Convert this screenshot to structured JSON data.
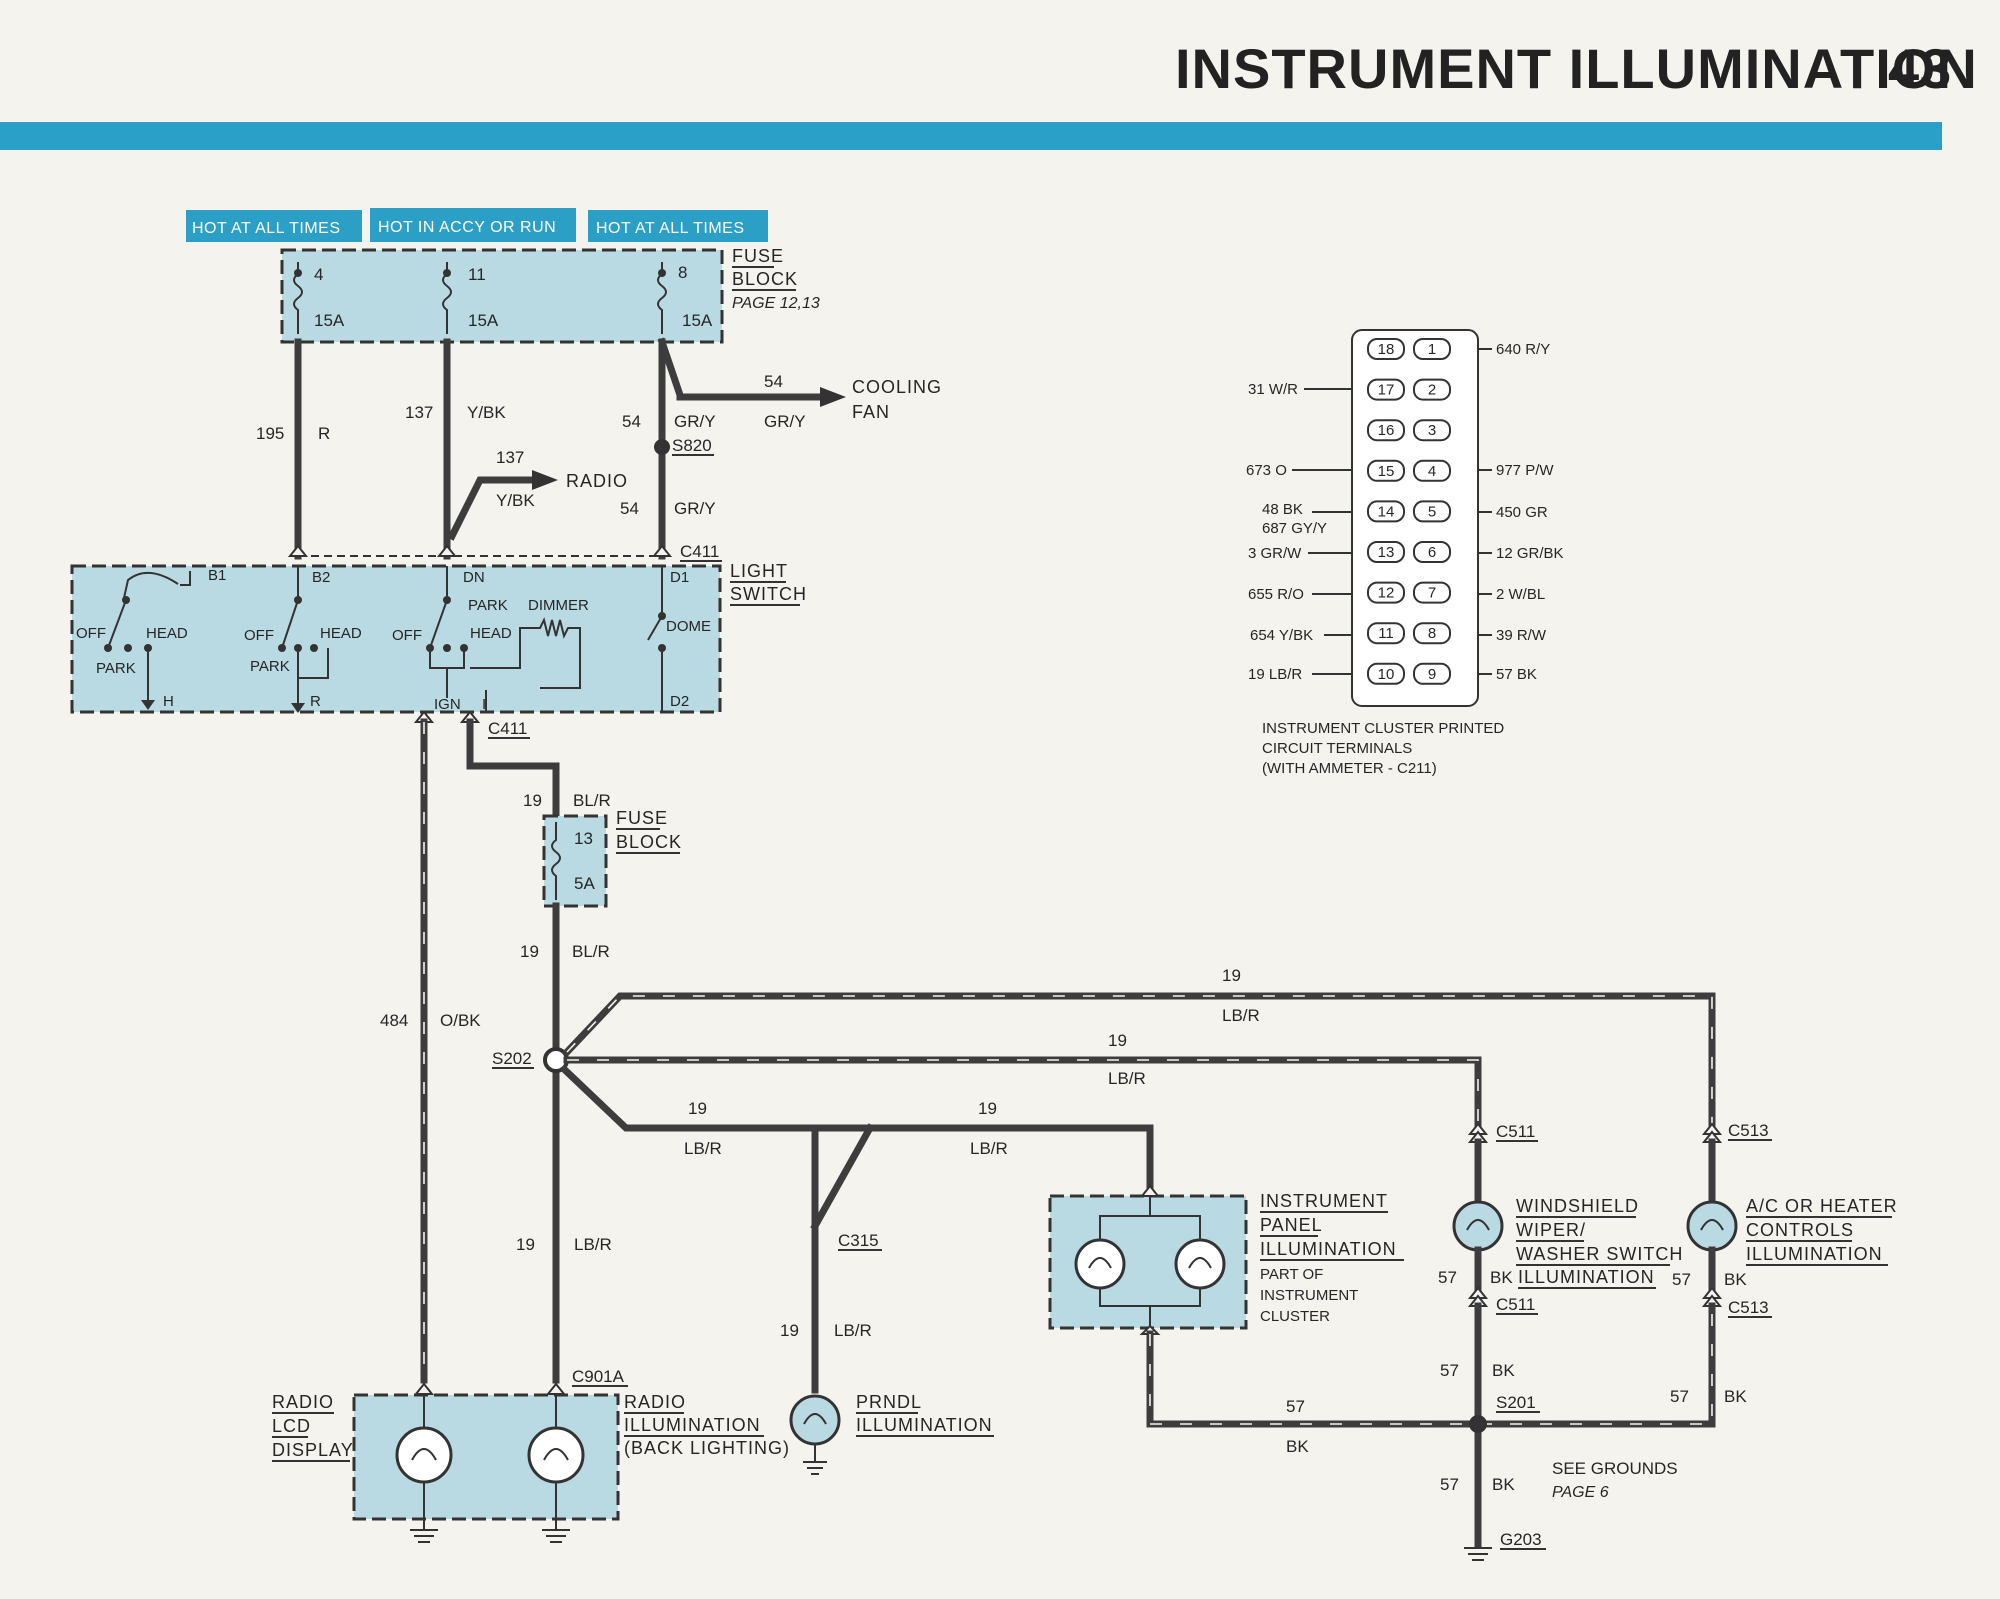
{
  "page": {
    "title": "INSTRUMENT ILLUMINATION",
    "page_number": "43"
  },
  "power_labels": [
    "HOT AT ALL TIMES",
    "HOT IN ACCY OR RUN",
    "HOT AT ALL TIMES"
  ],
  "fuse_block_top": {
    "name_line1": "FUSE",
    "name_line2": "BLOCK",
    "page_ref": "PAGE 12,13",
    "fuses": [
      {
        "number": "4",
        "rating": "15A"
      },
      {
        "number": "11",
        "rating": "15A"
      },
      {
        "number": "8",
        "rating": "15A"
      }
    ]
  },
  "wires_top": {
    "w195_num": "195",
    "w195_color": "R",
    "w137_num": "137",
    "w137_color": "Y/BK",
    "w137b_num": "137",
    "w137b_color": "Y/BK",
    "radio": "RADIO",
    "w54a_num": "54",
    "w54a_color": "GR/Y",
    "w54b_num": "54",
    "w54b_color": "GR/Y",
    "w54c_num": "54",
    "w54c_color": "GR/Y",
    "cooling_fan_line1": "COOLING",
    "cooling_fan_line2": "FAN",
    "s820": "S820",
    "c411_top": "C411"
  },
  "light_switch": {
    "name_line1": "LIGHT",
    "name_line2": "SWITCH",
    "terminals": {
      "b1": "B1",
      "b2": "B2",
      "dn": "DN",
      "d1": "D1",
      "h": "H",
      "r": "R",
      "ign": "IGN",
      "i": "I",
      "d2": "D2"
    },
    "positions": {
      "off1": "OFF",
      "head1": "HEAD",
      "park1": "PARK",
      "off2": "OFF",
      "head2": "HEAD",
      "park2": "PARK",
      "off3": "OFF",
      "head3": "HEAD",
      "park3": "PARK",
      "dimmer": "DIMMER",
      "dome": "DOME"
    }
  },
  "fuse_block_mid": {
    "c411": "C411",
    "wire_num_a": "19",
    "wire_color_a": "BL/R",
    "name_line1": "FUSE",
    "name_line2": "BLOCK",
    "fuse_number": "13",
    "fuse_rating": "5A",
    "wire_num_b": "19",
    "wire_color_b": "BL/R"
  },
  "harness": {
    "w484_num": "484",
    "w484_color": "O/BK",
    "s202": "S202",
    "top_num": "19",
    "top_color": "LB/R",
    "mid_num": "19",
    "mid_color": "LB/R",
    "br1_num": "19",
    "br1_color": "LB/R",
    "br2_num": "19",
    "br2_color": "LB/R",
    "down_num": "19",
    "down_color": "LB/R",
    "c315": "C315",
    "c315_num": "19",
    "c315_color": "LB/R",
    "c901a": "C901A"
  },
  "components": {
    "radio_lcd": [
      "RADIO",
      "LCD",
      "DISPLAY"
    ],
    "radio_illum": [
      "RADIO",
      "ILLUMINATION",
      "(BACK LIGHTING)"
    ],
    "prndl": [
      "PRNDL",
      "ILLUMINATION"
    ],
    "ipanel": [
      "INSTRUMENT",
      "PANEL",
      "ILLUMINATION",
      "PART OF",
      "INSTRUMENT",
      "CLUSTER"
    ],
    "wiper": [
      "WINDSHIELD",
      "WIPER/",
      "WASHER SWITCH",
      "ILLUMINATION"
    ],
    "ac": [
      "A/C OR HEATER",
      "CONTROLS",
      "ILLUMINATION"
    ]
  },
  "ground_circuit": {
    "c511_top": "C511",
    "c511_bot": "C511",
    "c513_top": "C513",
    "c513_bot": "C513",
    "w57_wiper_num": "57",
    "w57_wiper_color": "BK",
    "w57_ac_num": "57",
    "w57_ac_color": "BK",
    "w57_mid_num": "57",
    "w57_mid_color": "BK",
    "w57_horiz_num": "57",
    "w57_horiz_color": "BK",
    "w57_right_num": "57",
    "w57_right_color": "BK",
    "s201": "S201",
    "w57_bot_num": "57",
    "w57_bot_color": "BK",
    "g203": "G203",
    "see_grounds": "SEE GROUNDS",
    "see_page": "PAGE 6"
  },
  "cluster_terminals": {
    "pins": [
      {
        "left": "18",
        "right": "1"
      },
      {
        "left": "17",
        "right": "2"
      },
      {
        "left": "16",
        "right": "3"
      },
      {
        "left": "15",
        "right": "4"
      },
      {
        "left": "14",
        "right": "5"
      },
      {
        "left": "13",
        "right": "6"
      },
      {
        "left": "12",
        "right": "7"
      },
      {
        "left": "11",
        "right": "8"
      },
      {
        "left": "10",
        "right": "9"
      }
    ],
    "left_labels": [
      "31 W/R",
      "673 O",
      "48 BK",
      "687 GY/Y",
      "3 GR/W",
      "655 R/O",
      "654 Y/BK",
      "19 LB/R"
    ],
    "right_labels": [
      "640 R/Y",
      "977 P/W",
      "450 GR",
      "12 GR/BK",
      "2 W/BL",
      "39 R/W",
      "57 BK"
    ],
    "caption": [
      "INSTRUMENT CLUSTER PRINTED",
      "CIRCUIT TERMINALS",
      "(WITH AMMETER - C211)"
    ]
  },
  "colors": {
    "accent_bar": "#2a9fc8",
    "hot_box": "#2b9fc6",
    "component_fill": "#b9d9e3",
    "wire": "#3d3d3d"
  }
}
